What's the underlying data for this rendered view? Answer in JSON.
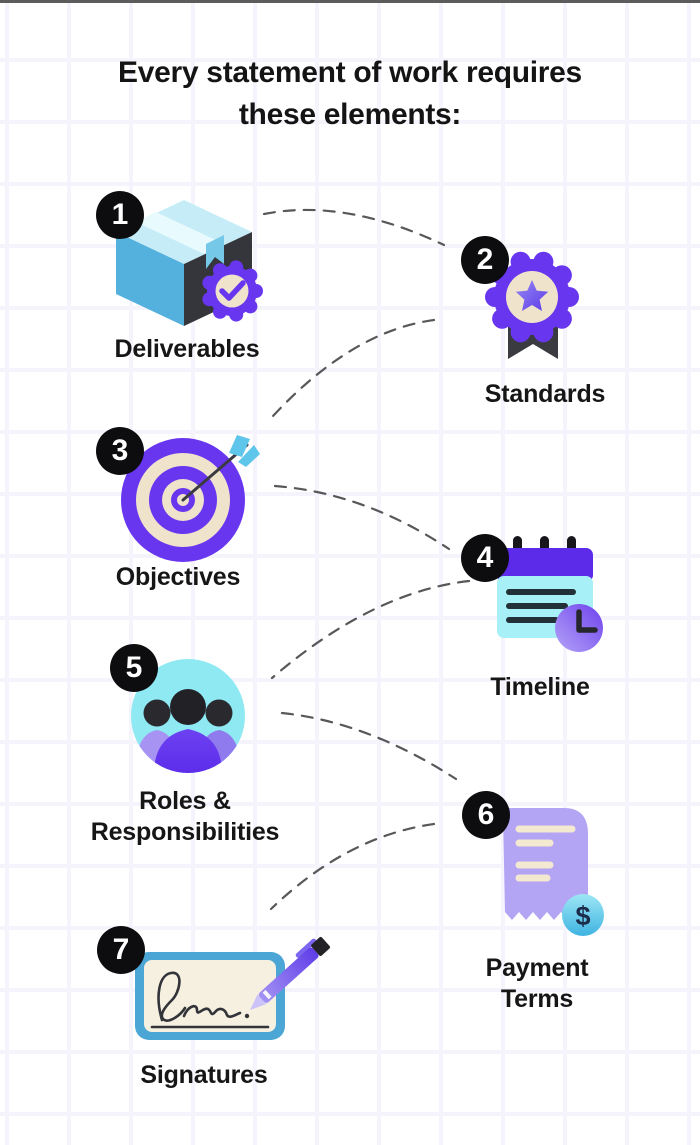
{
  "title": "Every statement of work requires these elements:",
  "items": [
    {
      "number": "1",
      "label": "Deliverables",
      "icon": "package-box-check-icon"
    },
    {
      "number": "2",
      "label": "Standards",
      "icon": "award-rosette-ribbon-icon"
    },
    {
      "number": "3",
      "label": "Objectives",
      "icon": "target-arrow-icon"
    },
    {
      "number": "4",
      "label": "Timeline",
      "icon": "notepad-clock-icon"
    },
    {
      "number": "5",
      "label": "Roles &\nResponsibilities",
      "icon": "team-people-icon"
    },
    {
      "number": "6",
      "label": "Payment\nTerms",
      "icon": "receipt-dollar-icon"
    },
    {
      "number": "7",
      "label": "Signatures",
      "icon": "signature-pen-icon"
    }
  ],
  "colors": {
    "accent_purple": "#6936f0",
    "light_purple": "#b4a4f4",
    "cyan": "#54b0dd",
    "light_cyan": "#a8f0f7",
    "cream": "#efe3cb",
    "badge_black": "#0d0d0f",
    "text_black": "#161616",
    "dash_gray": "#58585a"
  }
}
